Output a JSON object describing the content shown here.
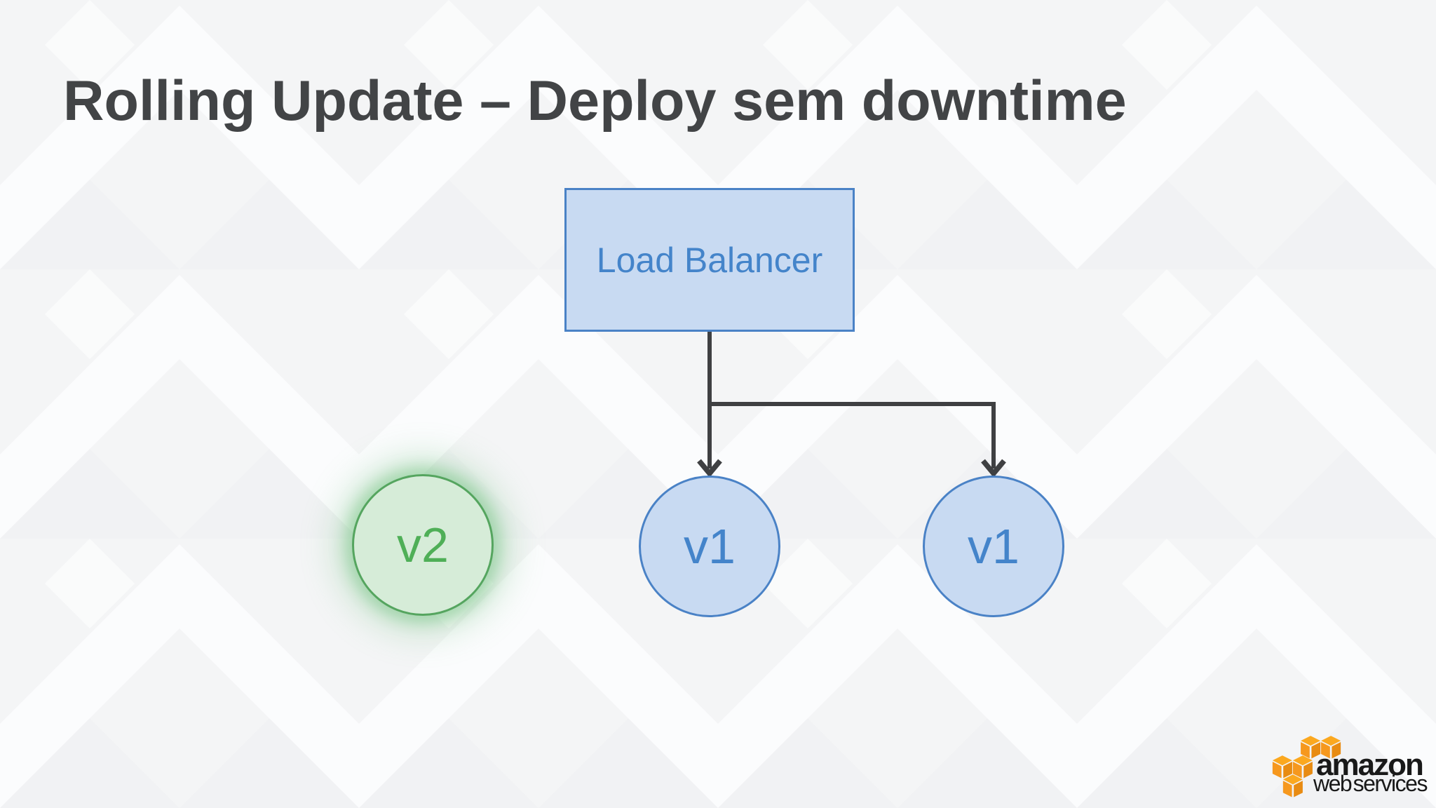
{
  "slide": {
    "title": "Rolling Update – Deploy sem downtime"
  },
  "diagram": {
    "load_balancer_label": "Load Balancer",
    "nodes": [
      {
        "label": "v2",
        "color": "green",
        "state": "new-highlighted"
      },
      {
        "label": "v1",
        "color": "blue",
        "state": "behind-load-balancer"
      },
      {
        "label": "v1",
        "color": "blue",
        "state": "behind-load-balancer"
      }
    ],
    "connections": [
      {
        "from": "load-balancer",
        "to": "node-v1-left",
        "arrow": "down"
      },
      {
        "from": "load-balancer",
        "to": "node-v1-right",
        "arrow": "down"
      }
    ]
  },
  "branding": {
    "logo_line1": "amazon",
    "logo_line2": "web services",
    "icon": "aws-isometric-cubes"
  },
  "colors": {
    "bg_base": "#f4f5f6",
    "bg_motif": "#fbfcfd",
    "bg_motif_dark": "#eef0f2",
    "title_text": "#424446",
    "blue_fill": "#c8daf2",
    "blue_border": "#4a82c6",
    "blue_text": "#4484ca",
    "green_fill": "#d6ecd8",
    "green_border": "#55a55f",
    "green_text": "#4faf57",
    "green_glow_inner": "rgba(126,199,139,0.55)",
    "green_glow_outer": "rgba(126,199,139,0.30)",
    "connector": "#3f4042",
    "logo_orange": "#f6981e",
    "logo_orange_top": "#fba81f",
    "logo_orange_dark": "#e88b12",
    "logo_black": "#191919"
  }
}
